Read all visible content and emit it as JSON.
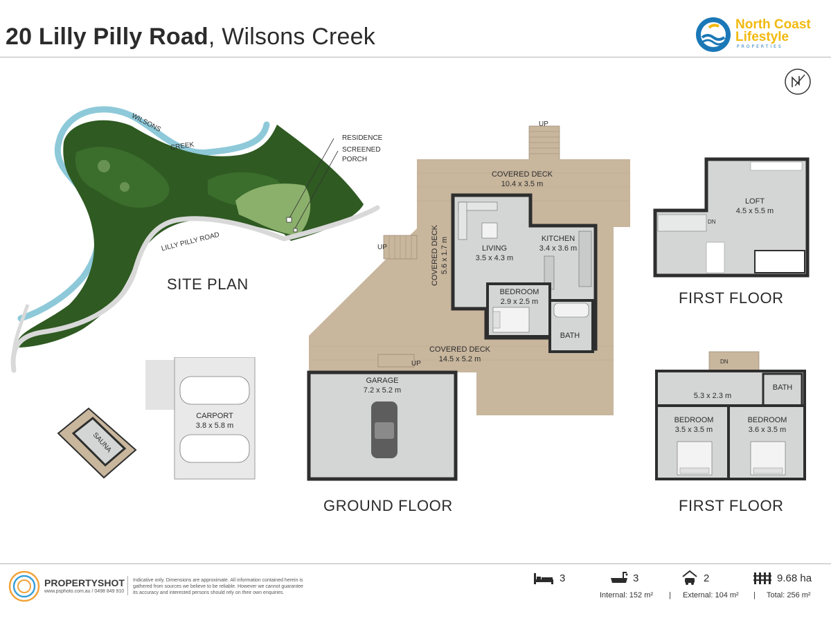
{
  "header": {
    "title_bold": "20 Lilly Pilly Road",
    "title_rest": ", Wilsons Creek",
    "logo_line1": "North Coast",
    "logo_line2": "Lifestyle",
    "logo_line3": "PROPERTIES"
  },
  "site_plan": {
    "title": "SITE PLAN",
    "creek_label_1": "WILSONS",
    "creek_label_2": "CREEK",
    "road_label": "LILLY PILLY ROAD",
    "residence_label": "RESIDENCE",
    "porch_label_1": "SCREENED",
    "porch_label_2": "PORCH"
  },
  "ground_floor": {
    "title": "GROUND FLOOR",
    "up": "UP",
    "rooms": {
      "covered_deck_top": {
        "name": "COVERED DECK",
        "dims": "10.4 x 3.5 m"
      },
      "covered_deck_side": {
        "name": "COVERED DECK",
        "dims": "5.6 x 1.7 m"
      },
      "covered_deck_bottom": {
        "name": "COVERED DECK",
        "dims": "14.5 x 5.2 m"
      },
      "living": {
        "name": "LIVING",
        "dims": "3.5 x 4.3 m"
      },
      "kitchen": {
        "name": "KITCHEN",
        "dims": "3.4 x 3.6 m"
      },
      "bedroom": {
        "name": "BEDROOM",
        "dims": "2.9 x 2.5 m"
      },
      "bath": {
        "name": "BATH"
      },
      "garage": {
        "name": "GARAGE",
        "dims": "7.2 x 5.2 m"
      },
      "carport": {
        "name": "CARPORT",
        "dims": "3.8 x 5.8 m"
      },
      "sauna": {
        "name": "SAUNA"
      }
    }
  },
  "first_floor_loft": {
    "title": "FIRST FLOOR",
    "dn": "DN",
    "loft": {
      "name": "LOFT",
      "dims": "4.5 x 5.5 m"
    }
  },
  "first_floor_bedrooms": {
    "title": "FIRST FLOOR",
    "dn": "DN",
    "hall_dims": "5.3 x 2.3 m",
    "bath": "BATH",
    "bedroom_left": {
      "name": "BEDROOM",
      "dims": "3.5 x 3.5 m"
    },
    "bedroom_right": {
      "name": "BEDROOM",
      "dims": "3.6 x 3.5 m"
    }
  },
  "footer": {
    "brand": "PROPERTYSHOT",
    "brand_contact": "www.psphoto.com.au / 0498 849 910",
    "disclaimer_1": "Indicative only.  Dimensions are approximate.  All information contained herein is",
    "disclaimer_2": "gathered from sources we believe to be reliable.  However we cannot guarantee",
    "disclaimer_3": "its accuracy and interested persons should rely on their own enquiries.",
    "beds": "3",
    "baths": "3",
    "cars": "2",
    "land": "9.68 ha",
    "internal": "Internal: 152 m²",
    "external": "External: 104 m²",
    "total": "Total: 256 m²",
    "sep": "|"
  },
  "colors": {
    "deck": "#c8b69d",
    "interior": "#d4d6d6",
    "wall": "#2e2e2e",
    "creek": "#8ec9d9",
    "forest": "#2f5a22",
    "accent_blue": "#1b78b7",
    "accent_yellow": "#f2b90f"
  },
  "icons": [
    "bed-icon",
    "bath-icon",
    "car-icon",
    "fence-icon",
    "north-arrow-icon"
  ]
}
